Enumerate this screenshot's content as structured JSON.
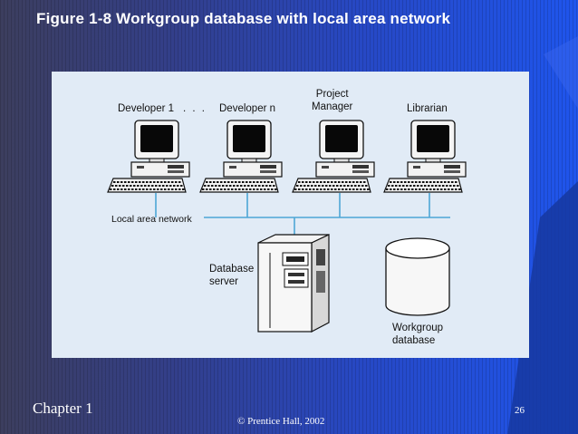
{
  "slide": {
    "title": "Figure 1-8 Workgroup database with local area network",
    "chapter_label": "Chapter 1",
    "copyright": "© Prentice Hall, 2002",
    "page_number": "26"
  },
  "diagram": {
    "workstations": [
      {
        "label": "Developer 1"
      },
      {
        "label": "Developer n"
      },
      {
        "label": "Project\nManager"
      },
      {
        "label": "Librarian"
      }
    ],
    "ellipsis": ". . .",
    "network_label": "Local area network",
    "server_label": "Database\nserver",
    "database_label": "Workgroup\ndatabase"
  },
  "colors": {
    "background": "#2748c4",
    "panel": "#e1ebf6",
    "network_line": "#4da6d6",
    "text": "#111111"
  }
}
